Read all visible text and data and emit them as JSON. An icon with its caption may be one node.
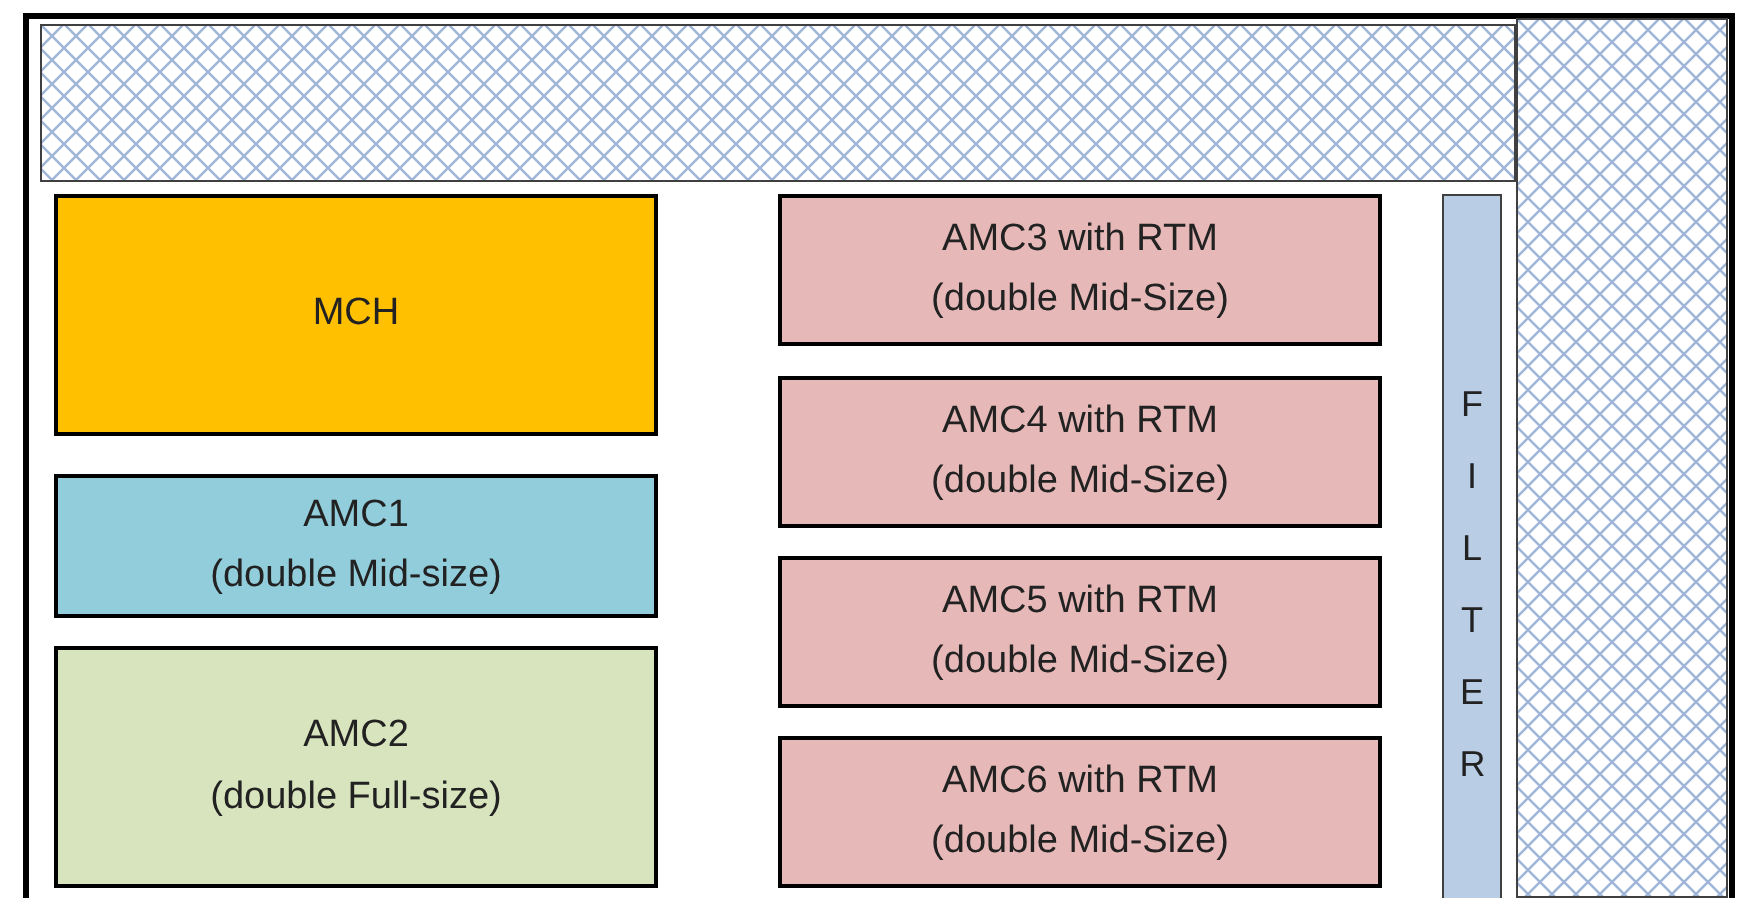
{
  "diagram": {
    "nodes": [
      {
        "text": [
          "MCH"
        ]
      },
      {
        "text": [
          "AMC1",
          "(double Mid-size)"
        ]
      },
      {
        "text": [
          "AMC2",
          "(double Full-size)"
        ]
      },
      {
        "text": [
          "AMC3 with RTM",
          "(double Mid-Size)"
        ]
      },
      {
        "text": [
          "AMC4 with RTM",
          "(double Mid-Size)"
        ]
      },
      {
        "text": [
          "AMC5 with RTM",
          "(double Mid-Size)"
        ]
      },
      {
        "text": [
          "AMC6 with RTM",
          "(double Mid-Size)"
        ]
      },
      {
        "text": [
          "FILTER"
        ]
      }
    ]
  }
}
